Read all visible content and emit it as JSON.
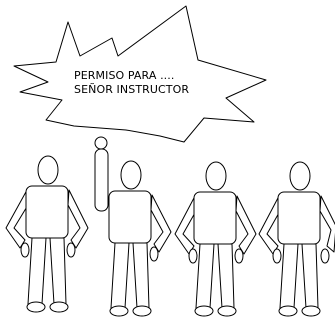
{
  "speech_bubble": {
    "lines": [
      "PERMISO PARA ....",
      "SEÑOR INSTRUCTOR"
    ]
  },
  "figures": [
    {
      "name": "figure-1",
      "pose": "standing"
    },
    {
      "name": "figure-2",
      "pose": "hand-raised"
    },
    {
      "name": "figure-3",
      "pose": "standing"
    },
    {
      "name": "figure-4",
      "pose": "standing"
    }
  ],
  "colors": {
    "stroke": "#000000",
    "fill": "#ffffff"
  }
}
